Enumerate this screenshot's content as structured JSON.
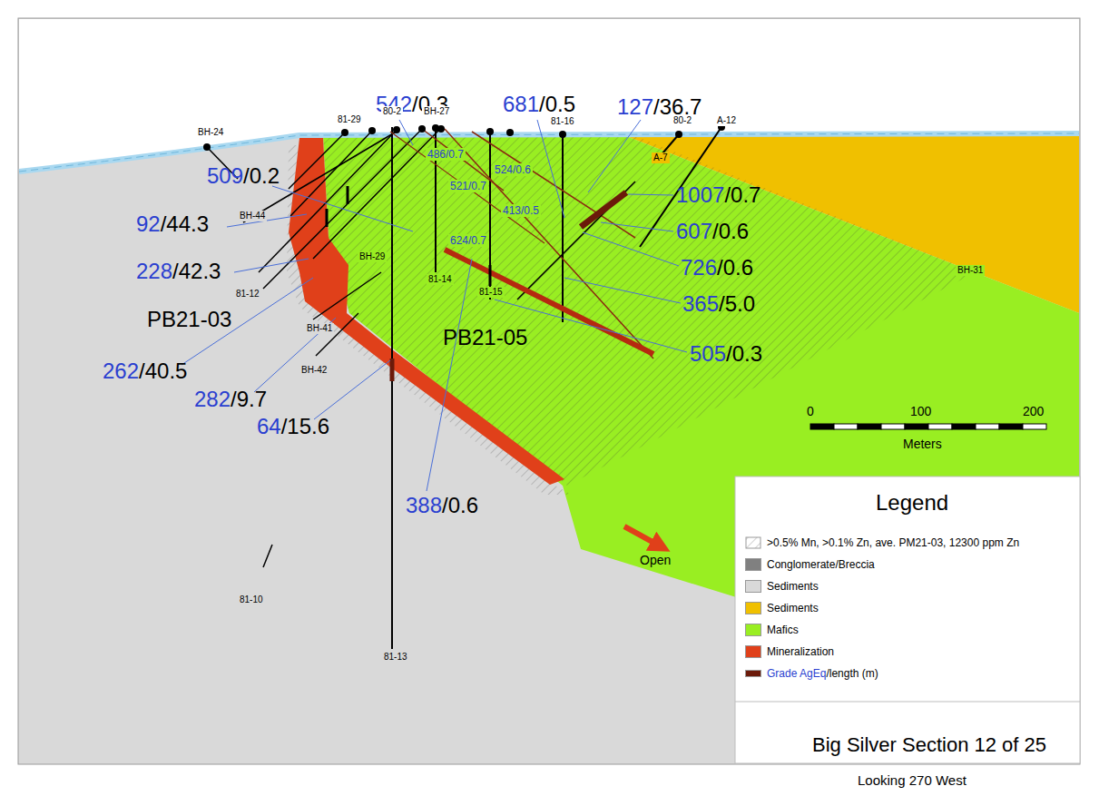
{
  "diagram": {
    "title": "Big Silver Section 12 of 25",
    "caption": "Looking 270 West",
    "labels": [
      "542/0.3",
      "681/0.5",
      "127/36.7",
      "509/0.2",
      "92/44.3",
      "228/42.3",
      "PB21-03",
      "262/40.5",
      "282/9.7",
      "64/15.6",
      "388/0.6",
      "1007/0.7",
      "607/0.6",
      "726/0.6",
      "365/5.0",
      "PB21-05",
      "505/0.3",
      "486/0.7",
      "524/0.6",
      "521/0.7",
      "413/0.5",
      "624/0.7",
      "BH-24",
      "81-29",
      "80-2",
      "BH-27",
      "81-16",
      "80-2",
      "A-12",
      "A-7",
      "BH-44",
      "81-12",
      "BH-29",
      "81-14",
      "81-15",
      "BH-41",
      "BH-42",
      "BH-31",
      "81-10",
      "81-13",
      "Open",
      "0",
      "100",
      "200",
      "Meters",
      "Legend"
    ],
    "legend": [
      {
        "text": ">0.5% Mn, >0.1% Zn, ave. PM21-03, 12300 ppm Zn"
      },
      {
        "text": "Conglomerate/Breccia",
        "color": "#808080"
      },
      {
        "text": "Sediments",
        "color": "#d9d9d9"
      },
      {
        "text": "Sediments",
        "color": "#f0c000"
      },
      {
        "text": "Mafics",
        "color": "#99ee22"
      },
      {
        "text": "Mineralization",
        "color": "#e0401a"
      },
      {
        "text": "Grade AgEq/length (m)",
        "color": "#6b1a0a"
      }
    ]
  }
}
